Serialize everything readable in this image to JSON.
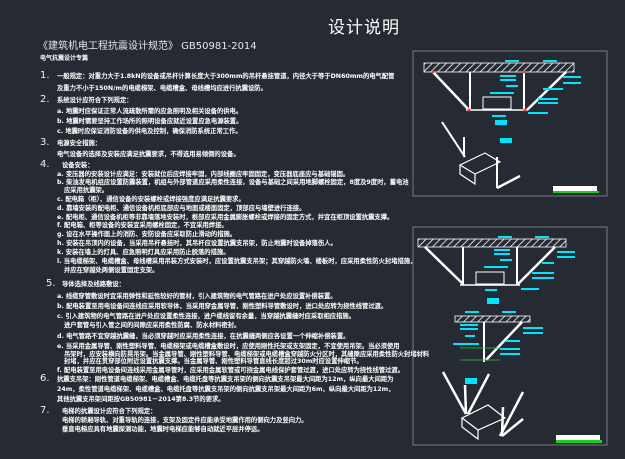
{
  "title": "设计说明",
  "subtitle": "《建筑机电工程抗震设计规范》 GB50981-2014",
  "heading": "电气抗震设计专篇",
  "sections": [
    {
      "num": "1.",
      "lines": [
        "一般规定：对重力大于1.8kN的设备或吊杆计算长度大于300mm的吊杆悬挂管道，内径大于等于DN60mm的电气配管",
        "及重力不小于150N/m的电缆梯架、电缆槽盒、母线槽均应进行抗震设防。"
      ]
    },
    {
      "num": "2.",
      "lines": [
        "系统设计应符合下列规定：",
        "a. 地震时应保证正常人流疏散所需的应急照明及相关设备的供电。",
        "b. 地震时需要坚持工作场所的照明设备应就近设置应急电源装置。",
        "c. 地震时应保证消防设备的供电及控制，确保消防系统正常工作。"
      ]
    },
    {
      "num": "3.",
      "lines": [
        "电源安全措施：",
        "电气设备的选择及安装应满足抗震要求，不得选用易倾倒的设备。"
      ]
    },
    {
      "num": "4.",
      "lines": [
        "设备安装：",
        "a. 变压器的安装设计应满足：安装就位后应焊接牢固，内部线圈应牢固固定，变压器底座应与基础锚固。",
        "b. 柴油发电机组应设置防震装置，机组与外部管道应采用柔性连接，设备与基础之间采用地脚螺栓固定，8度及9度时，蓄电池",
        "应采用抗震架。",
        "c. 配电箱（柜）、通信设备的安装螺栓或焊接强度应满足抗震要求。",
        "d. 靠墙安装的配电柜、通信设备机柜底部应与地面或楼面固定，顶部应与墙壁进行连接。",
        "e. 配电柜、通信设备机柜等非靠墙落地安装时，根部应采用金属膨胀螺栓或焊接的固定方式，并宜在柜顶设置抗震支撑。",
        "f. 配电箱、柜等设备的安装宜采用螺栓固定，不宜采用焊接。",
        "g. 设在水平操作面上的消防、安防设备应采取防止滑动的措施。",
        "h. 安装在吊顶内的设备，当采用吊杆悬挂时，其吊杆应设置抗震支吊架，防止地震时设备掉落伤人。",
        "k. 安装在墙上的灯具、应急照明灯具应采用防止脱落的措施。",
        "l. 当电缆梯架、电缆槽盒、母线槽采用吊装方式安装时，应设置抗震支吊架；其穿越防火墙、楼板时，应采用柔性防火封堵措施，",
        "并应在穿越处两侧设置固定支架。"
      ]
    },
    {
      "num": "5.",
      "lines": [
        "导体选择及线路敷设：",
        "a. 线缆穿管敷设时宜采用弹性和延性较好的管材，引入建筑物的电气管路在进户处应设置补偿装置。",
        "b. 配电装置至用电设备间连线应采用软导体，当采用穿金属导管、刚性塑料导管敷设时，进口处应转为挠性线管过渡。",
        "c. 引入建筑物的电气管路在进户处应设置柔性连接，进户缆线留有余量，当穿越抗震缝时应采取相应措施。",
        "进户套管与引入管之间的间隙应采用柔性防腐、防水材料密封。",
        "d. 电气管路不宜穿越抗震缝，当必须穿越时应采用柔性连接，在抗震缝两侧应各设置一个伸缩补偿装置。",
        "e. 当采用金属导管、刚性塑料导管、电缆梯架或电缆槽盒敷设时，应使用刚性托架或支架固定，不宜使用吊架。当必须使用",
        "吊架时，应安装横向防晃吊架。当金属导管、刚性塑料导管、电缆梯架或电缆槽盒穿越防火分区时，其缝隙应采用柔性防火封堵材料",
        "封堵，并应在贯穿部位附近设置抗震支撑。当金属导管、刚性塑料导管直线长度超过30m时应设置伸缩节。",
        "f. 配电装置至用电设备间连线采用金属导管时，应采用金属软管或可挠金属电线保护套管过渡，进口处应转为挠性线管过渡。"
      ]
    },
    {
      "num": "6.",
      "lines": [
        "抗震支吊架：刚性管道电缆梯架、电缆槽盒、电缆托盘等抗震支吊架的侧向抗震支吊架最大间距为12m，纵向最大间距为",
        "24m，柔性管道电缆梯架、电缆槽盒、电缆托盘等抗震支吊架的侧向抗震支吊架最大间距为6m，纵向最大间距为12m，",
        "其他抗震支吊架间距按GB50981－2014第8.3节的要求。"
      ]
    },
    {
      "num": "7.",
      "lines": [
        "电梯的抗震设计应符合下列规定：",
        "电梯的轿厢导轨、对重导轨的连接，支架及固定件应能承受地震作用的侧向力及竖向力。",
        "垂直电梯应具有地震探测功能，地震时电梯应能够自动就近平层并停运。"
      ]
    }
  ],
  "colors": {
    "background": "#252a33",
    "text": "#ffffff",
    "annotation": "#00e5ff",
    "anchor": "#ff3030",
    "title_bar": "#22cc22",
    "frame": "#8a8f98"
  }
}
